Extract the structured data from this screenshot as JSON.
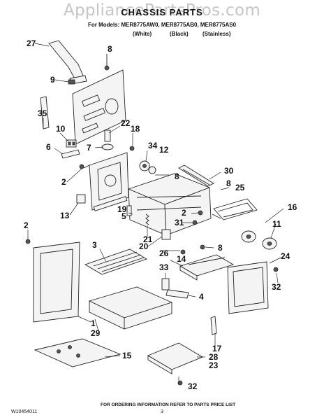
{
  "watermark": "AppliancePartsPros.com",
  "title": "CHASSIS PARTS",
  "models_line": "For Models: MER8775AW0, MER8775AB0, MER8775AS0",
  "finishes": [
    "(White)",
    "(Black)",
    "(Stainless)"
  ],
  "footer": {
    "doc_number": "W10454011",
    "page_number": "3",
    "ordering_note": "FOR ORDERING INFORMATION REFER TO PARTS PRICE LIST"
  },
  "callouts": [
    "27",
    "8",
    "9",
    "35",
    "10",
    "6",
    "22",
    "7",
    "18",
    "34",
    "12",
    "8",
    "30",
    "2",
    "8",
    "25",
    "13",
    "19",
    "5",
    "2",
    "31",
    "16",
    "11",
    "21",
    "20",
    "26",
    "8",
    "2",
    "3",
    "14",
    "33",
    "24",
    "32",
    "4",
    "1",
    "29",
    "17",
    "15",
    "28",
    "23",
    "32"
  ]
}
